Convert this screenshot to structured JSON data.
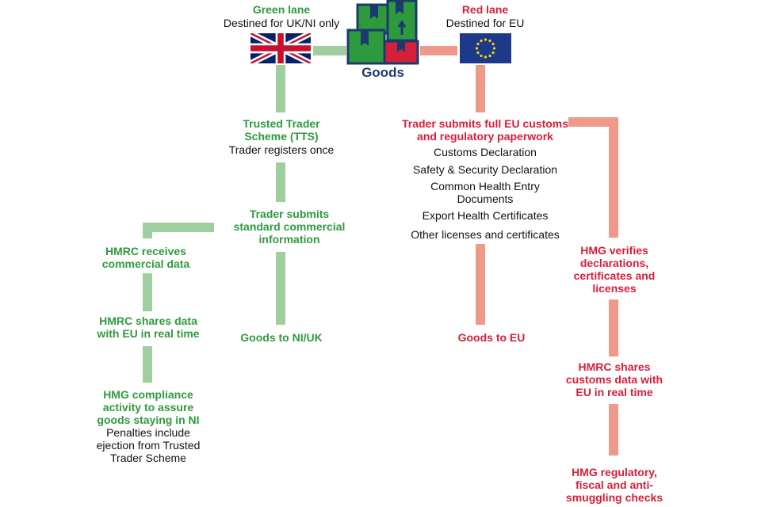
{
  "colors": {
    "green": "#2e9a3e",
    "red": "#d3203b",
    "navy": "#1d3a6e",
    "green_line": "#9fcf9f",
    "red_line": "#ef9a88"
  },
  "header": {
    "green_lane": {
      "title": "Green lane",
      "subtitle": "Destined for UK/NI only",
      "icon": "uk-flag-icon"
    },
    "red_lane": {
      "title": "Red lane",
      "subtitle": "Destined for EU",
      "icon": "eu-flag-icon"
    },
    "goods": {
      "label": "Goods",
      "icon": "boxes-icon"
    }
  },
  "green": {
    "tts": {
      "title1": "Trusted Trader",
      "title2": "Scheme (TTS)",
      "text": "Trader registers once"
    },
    "submit": {
      "l1": "Trader submits",
      "l2": "standard commercial",
      "l3": "information"
    },
    "hmrc_receives": {
      "l1": "HMRC receives",
      "l2": "commercial data"
    },
    "hmrc_shares": {
      "l1": "HMRC shares data",
      "l2": "with EU in real time"
    },
    "compliance": {
      "l1": "HMG compliance",
      "l2": "activity to assure",
      "l3": "goods staying in NI",
      "t1": "Penalties include",
      "t2": "ejection from Trusted",
      "t3": "Trader Scheme"
    },
    "goods_to": "Goods to NI/UK"
  },
  "red": {
    "submit": {
      "l1": "Trader submits full EU customs",
      "l2": "and regulatory paperwork"
    },
    "docs": [
      "Customs Declaration",
      "Safety & Security Declaration",
      "Common Health Entry",
      "Documents",
      "Export Health Certificates",
      "Other licenses and certificates"
    ],
    "verifies": {
      "l1": "HMG verifies",
      "l2": "declarations,",
      "l3": "certificates and",
      "l4": "licenses"
    },
    "hmrc_shares": {
      "l1": "HMRC shares",
      "l2": "customs data with",
      "l3": "EU in real time"
    },
    "checks": {
      "l1": "HMG regulatory,",
      "l2": "fiscal and anti-",
      "l3": "smuggling checks"
    },
    "goods_to": "Goods to EU"
  }
}
